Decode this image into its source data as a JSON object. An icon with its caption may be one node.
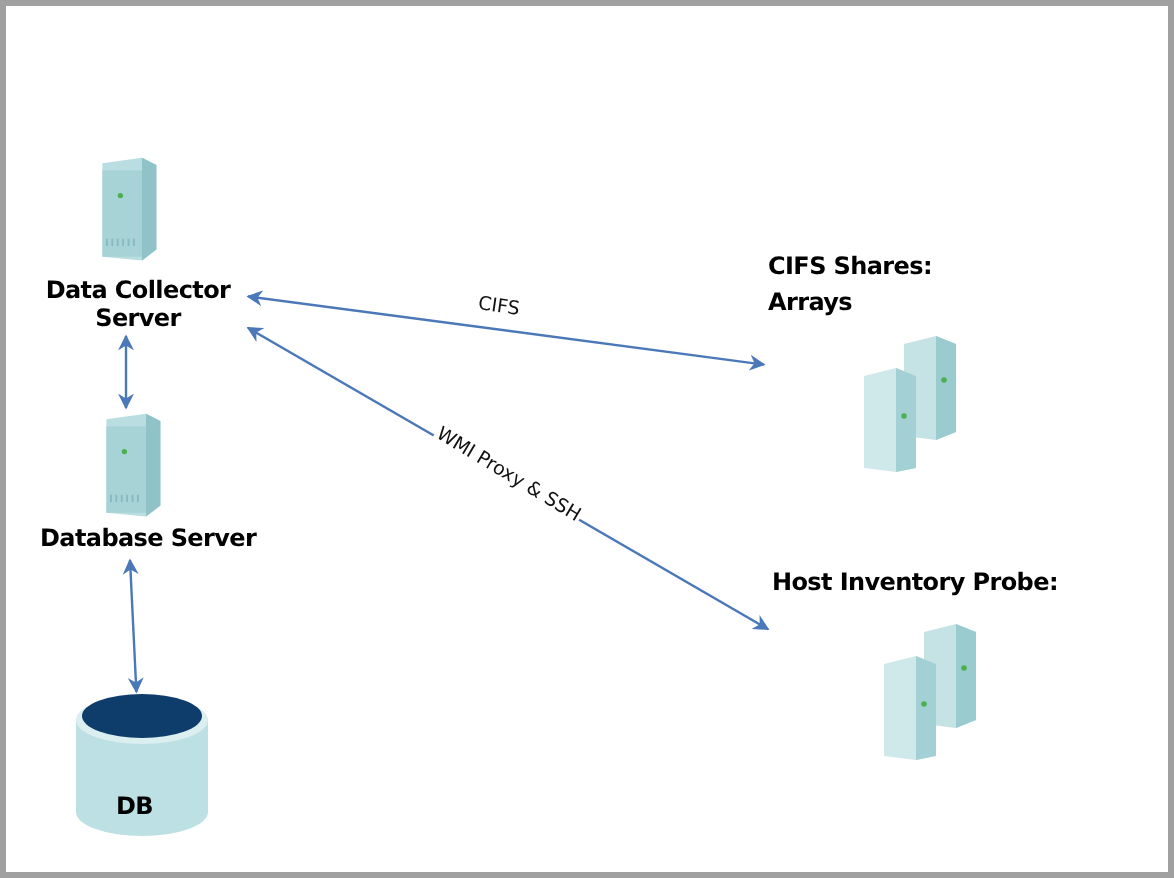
{
  "diagram": {
    "nodes": [
      {
        "text": [
          "Data Collector Server"
        ]
      },
      {
        "text": [
          "Database Server"
        ]
      },
      {
        "text": [
          "DB"
        ]
      },
      {
        "text": [
          "CIFS Shares:",
          "Arrays"
        ]
      },
      {
        "text": [
          "Host Inventory Probe:"
        ]
      }
    ],
    "edges": [
      {
        "from": 0,
        "to": 1,
        "arrow": "both"
      },
      {
        "from": 1,
        "to": 2,
        "arrow": "both"
      },
      {
        "from": 0,
        "to": 3,
        "arrow": "both",
        "label": "CIFS"
      },
      {
        "from": 0,
        "to": 4,
        "arrow": "both",
        "label": "WMI Proxy & SSH"
      }
    ]
  }
}
